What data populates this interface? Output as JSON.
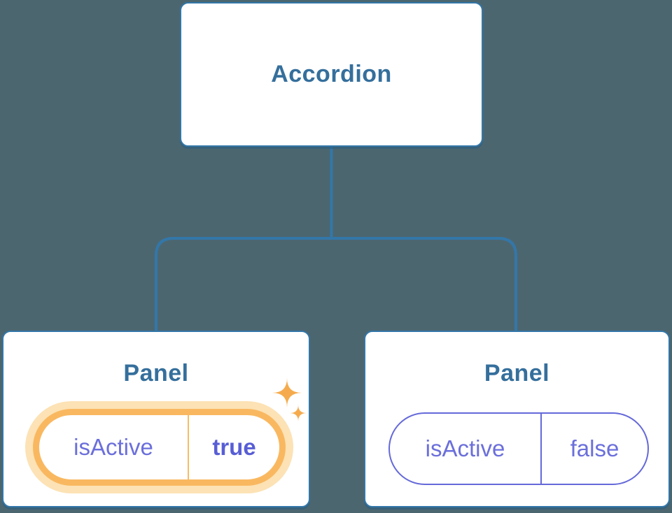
{
  "diagram": {
    "root": {
      "label": "Accordion"
    },
    "panels": [
      {
        "title": "Panel",
        "state_name": "isActive",
        "state_value": "true",
        "highlighted": true,
        "has_sparkles": true
      },
      {
        "title": "Panel",
        "state_name": "isActive",
        "state_value": "false",
        "highlighted": false,
        "has_sparkles": false
      }
    ],
    "icons": {
      "sparkles": "sparkles-icon"
    },
    "colors": {
      "background": "#4C6670",
      "node_border": "#3377A9",
      "node_fill": "#FFFFFF",
      "node_text": "#356F9C",
      "state_text": "#6B6FDB",
      "state_value_active_text": "#585ED5",
      "inactive_pill_border": "#6569D9",
      "active_pill_ring": "#F9B860",
      "active_pill_glow": "#FCE2B5",
      "sparkle": "#F5AB4D"
    }
  }
}
